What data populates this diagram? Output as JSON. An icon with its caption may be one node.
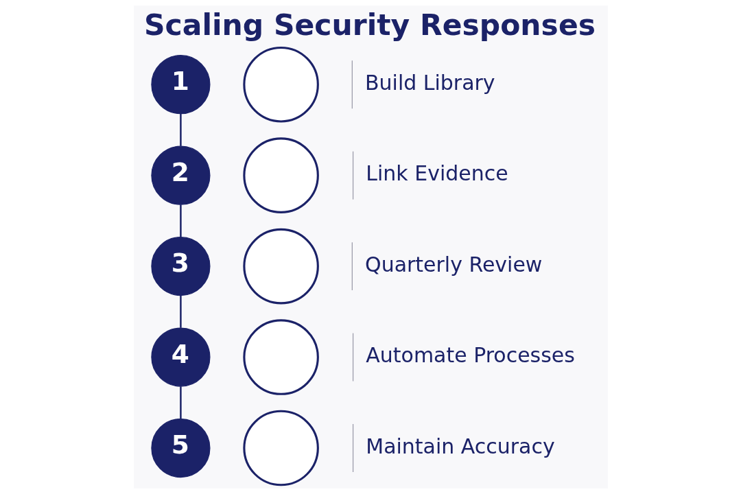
{
  "diagram": {
    "title": "Scaling Security Responses",
    "nodes": [
      {
        "text": [
          "1"
        ]
      },
      {
        "text": [],
        "shape": "circle",
        "beside": [
          "Build Library"
        ]
      },
      {
        "text": [
          "2"
        ]
      },
      {
        "text": [],
        "shape": "circle",
        "beside": [
          "Link Evidence"
        ]
      },
      {
        "text": [
          "3"
        ]
      },
      {
        "text": [],
        "shape": "circle",
        "beside": [
          "Quarterly Review"
        ]
      },
      {
        "text": [
          "4"
        ]
      },
      {
        "text": [],
        "shape": "circle",
        "beside": [
          "Automate Processes"
        ]
      },
      {
        "text": [
          "5"
        ]
      },
      {
        "text": [],
        "shape": "circle",
        "beside": [
          "Maintain Accuracy"
        ]
      }
    ],
    "edges": [
      {
        "from": 0,
        "to": 2,
        "arrow": "none"
      },
      {
        "from": 2,
        "to": 4,
        "arrow": "none"
      },
      {
        "from": 4,
        "to": 6,
        "arrow": "none"
      },
      {
        "from": 6,
        "to": 8,
        "arrow": "none"
      }
    ]
  }
}
